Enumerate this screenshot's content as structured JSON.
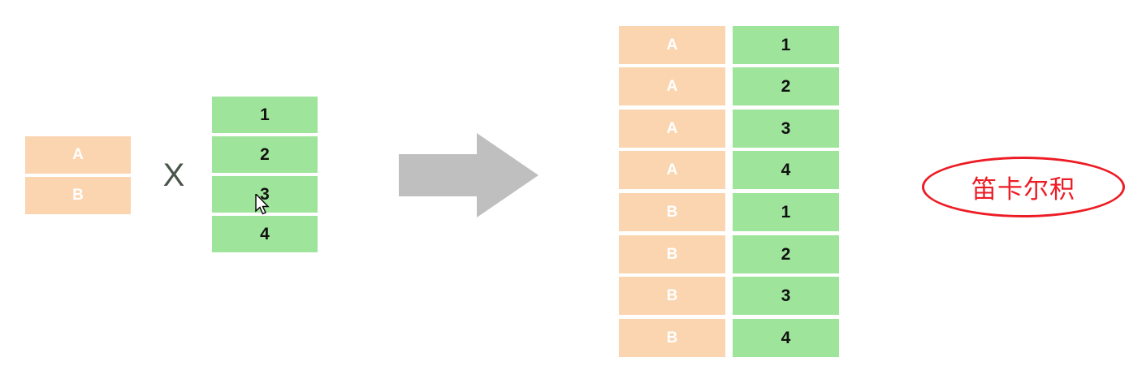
{
  "diagram": {
    "title": "Cartesian Product (笛卡尔积) diagram",
    "operator_symbol": "X",
    "arrow_icon": "right-arrow-icon",
    "cursor_icon": "mouse-pointer-icon",
    "colors": {
      "orange": "#FBD5B0",
      "green": "#9EE49B",
      "arrow_gray": "#BFBFBF",
      "annotation_red": "#ED1C24",
      "operator_gray": "#4B564B",
      "orange_text": "#FFFFFF",
      "green_text": "#111111"
    }
  },
  "left_table": {
    "name": "set-a",
    "rows": [
      {
        "value": "A"
      },
      {
        "value": "B"
      }
    ]
  },
  "right_table": {
    "name": "set-b",
    "rows": [
      {
        "value": "1"
      },
      {
        "value": "2"
      },
      {
        "value": "3"
      },
      {
        "value": "4"
      }
    ]
  },
  "result_table": {
    "name": "cartesian-product-result",
    "rows": [
      {
        "left": "A",
        "right": "1"
      },
      {
        "left": "A",
        "right": "2"
      },
      {
        "left": "A",
        "right": "3"
      },
      {
        "left": "A",
        "right": "4"
      },
      {
        "left": "B",
        "right": "1"
      },
      {
        "left": "B",
        "right": "2"
      },
      {
        "left": "B",
        "right": "3"
      },
      {
        "left": "B",
        "right": "4"
      }
    ]
  },
  "annotation": {
    "label": "笛卡尔积",
    "shape": "ellipse"
  }
}
